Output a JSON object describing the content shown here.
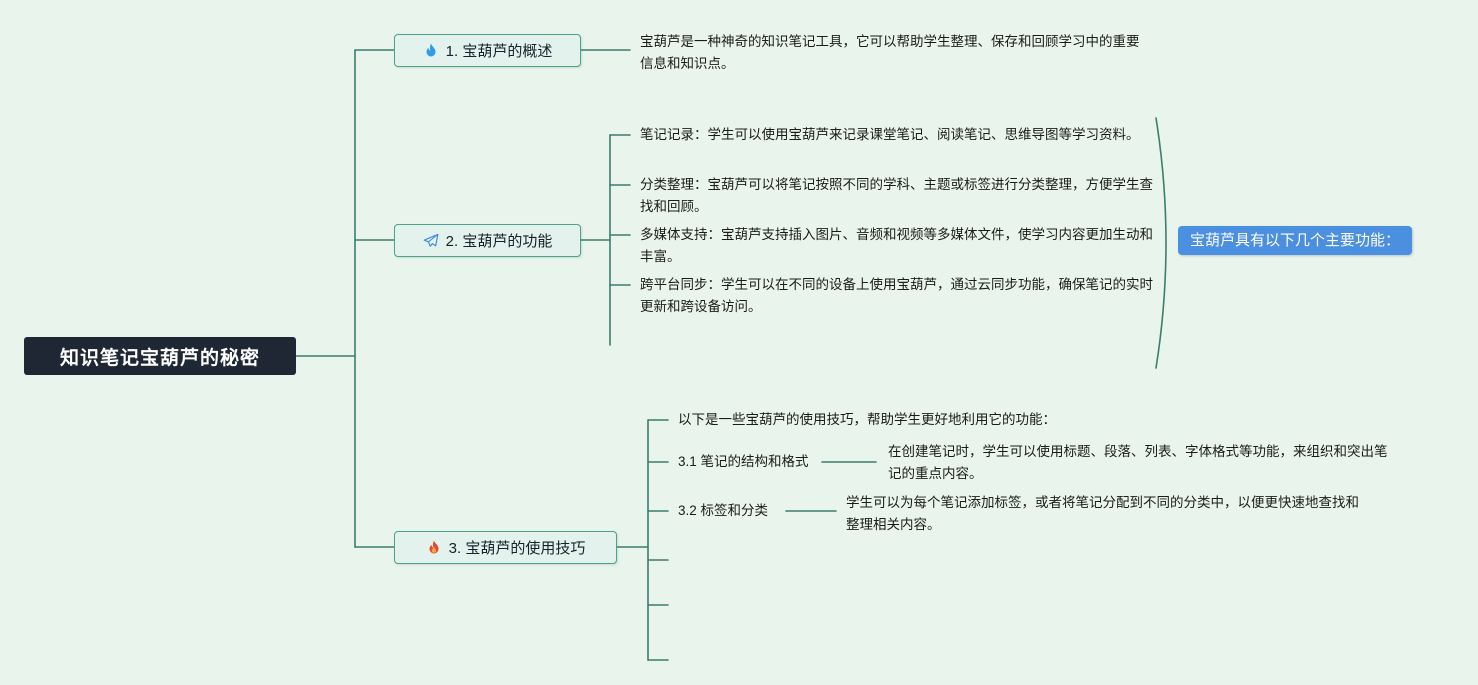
{
  "root": {
    "label": "知识笔记宝葫芦的秘密"
  },
  "branches": [
    {
      "label": "1. 宝葫芦的概述",
      "icon": "flame-blue-icon",
      "description": "宝葫芦是一种神奇的知识笔记工具，它可以帮助学生整理、保存和回顾学习中的重要信息和知识点。"
    },
    {
      "label": "2. 宝葫芦的功能",
      "icon": "paper-plane-icon",
      "items": [
        "笔记记录：学生可以使用宝葫芦来记录课堂笔记、阅读笔记、思维导图等学习资料。",
        "分类整理：宝葫芦可以将笔记按照不同的学科、主题或标签进行分类整理，方便学生查找和回顾。",
        "多媒体支持：宝葫芦支持插入图片、音频和视频等多媒体文件，使学习内容更加生动和丰富。",
        "跨平台同步：学生可以在不同的设备上使用宝葫芦，通过云同步功能，确保笔记的实时更新和跨设备访问。"
      ],
      "callout": "宝葫芦具有以下几个主要功能："
    },
    {
      "label": "3. 宝葫芦的使用技巧",
      "icon": "flame-red-icon",
      "intro": "以下是一些宝葫芦的使用技巧，帮助学生更好地利用它的功能：",
      "subtopics": [
        {
          "label": "3.1 笔记的结构和格式",
          "description": "在创建笔记时，学生可以使用标题、段落、列表、字体格式等功能，来组织和突出笔记的重点内容。"
        },
        {
          "label": "3.2 标签和分类",
          "description": "学生可以为每个笔记添加标签，或者将笔记分配到不同的分类中，以便更快速地查找和整理相关内容。"
        }
      ]
    }
  ],
  "colors": {
    "background": "#e9f4ec",
    "connector_line": "#3c7d6e",
    "node_border": "#4aa18c",
    "node_fill": "#e3f2ec",
    "root_fill": "#1f2734",
    "callout_fill": "#4b8fe0"
  }
}
